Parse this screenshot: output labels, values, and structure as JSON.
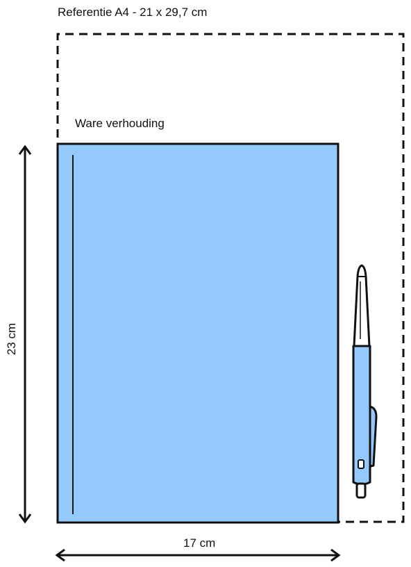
{
  "reference_label": "Referentie A4 - 21 x 29,7 cm",
  "true_proportion_label": "Ware verhouding",
  "height_label": "23 cm",
  "width_label": "17 cm",
  "colors": {
    "notebook_fill": "#94c9fb",
    "outline": "#111111",
    "pen_body": "#94c9fb",
    "pen_tip": "#ffffff"
  },
  "icons": {
    "notebook": "notebook-icon",
    "pen": "pen-icon"
  }
}
